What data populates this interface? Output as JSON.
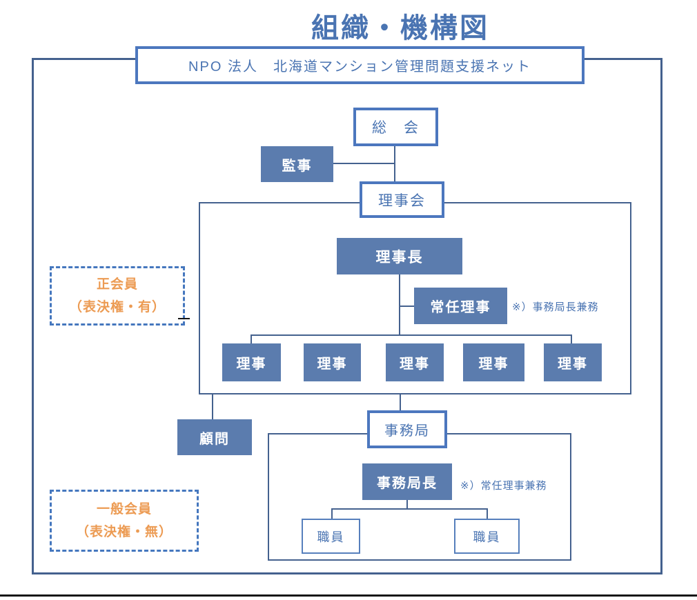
{
  "palette": {
    "fill_blue": "#5B7CAE",
    "outline_blue": "#4C77BE",
    "line_dark": "#44618E",
    "text_blue": "#4A74B2",
    "orange": "#EC9B53",
    "dotted_border": "#4577BE"
  },
  "title": "組織・機構図",
  "org_name": "NPO 法人　北海道マンション管理問題支援ネット",
  "nodes": {
    "soukai": "総　会",
    "kanji": "監事",
    "rijikai": "理事会",
    "rijicho": "理事長",
    "jonin_riji": "常任理事",
    "jonin_riji_note": "※）事務局長兼務",
    "riji": [
      "理事",
      "理事",
      "理事",
      "理事",
      "理事"
    ],
    "komon": "顧問",
    "jimukyoku": "事務局",
    "jimukyokucho": "事務局長",
    "jimukyokucho_note": "※）常任理事兼務",
    "shokuin": [
      "職員",
      "職員"
    ]
  },
  "legend": [
    {
      "line1": "正会員",
      "line2": "（表決権・有）"
    },
    {
      "line1": "一般会員",
      "line2": "（表決権・無）"
    }
  ]
}
